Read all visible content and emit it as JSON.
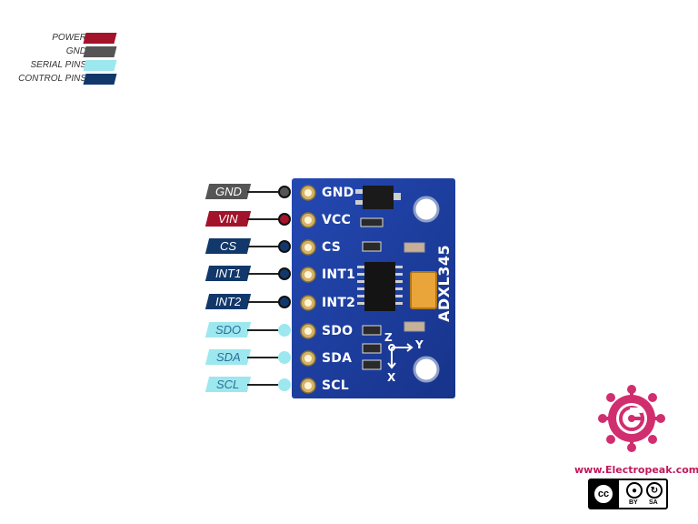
{
  "legend": [
    {
      "label": "POWER",
      "color": "#a3132a"
    },
    {
      "label": "GND",
      "color": "#555555"
    },
    {
      "label": "SERIAL PINS",
      "color": "#9de7ef"
    },
    {
      "label": "CONTROL PINS",
      "color": "#12386b"
    }
  ],
  "pins": [
    {
      "label": "GND",
      "board_label": "GND",
      "category": "GND",
      "color": "#555555",
      "text_color": "#ffffff"
    },
    {
      "label": "VIN",
      "board_label": "VCC",
      "category": "POWER",
      "color": "#a3132a",
      "text_color": "#ffffff"
    },
    {
      "label": "CS",
      "board_label": "CS",
      "category": "CONTROL PINS",
      "color": "#12386b",
      "text_color": "#ffffff"
    },
    {
      "label": "INT1",
      "board_label": "INT1",
      "category": "CONTROL PINS",
      "color": "#12386b",
      "text_color": "#ffffff"
    },
    {
      "label": "INT2",
      "board_label": "INT2",
      "category": "CONTROL PINS",
      "color": "#12386b",
      "text_color": "#ffffff"
    },
    {
      "label": "SDO",
      "board_label": "SDO",
      "category": "SERIAL PINS",
      "color": "#9de7ef",
      "text_color": "#2a6f9a"
    },
    {
      "label": "SDA",
      "board_label": "SDA",
      "category": "SERIAL PINS",
      "color": "#9de7ef",
      "text_color": "#2a6f9a"
    },
    {
      "label": "SCL",
      "board_label": "SCL",
      "category": "SERIAL PINS",
      "color": "#9de7ef",
      "text_color": "#2a6f9a"
    }
  ],
  "board": {
    "chip_name": "ADXL345",
    "axes": {
      "z": "Z",
      "y": "Y",
      "x": "X"
    },
    "color": "#1c3fa0"
  },
  "branding": {
    "url": "www.Electropeak.com",
    "logo_color": "#d12e6f",
    "license": {
      "cc": "cc",
      "by": "BY",
      "sa": "SA"
    }
  }
}
